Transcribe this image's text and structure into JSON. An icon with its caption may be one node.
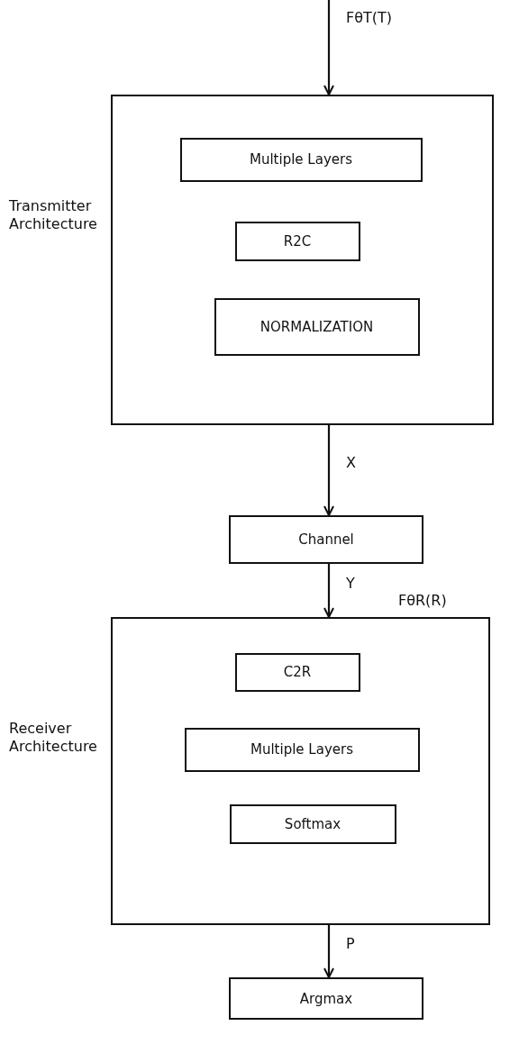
{
  "diagram": {
    "nodes": [
      {
        "text": [
          "Transmitter Architecture"
        ]
      },
      {
        "text": [
          "Multiple Layers"
        ],
        "in": 0
      },
      {
        "text": [
          "R2C"
        ],
        "in": 0
      },
      {
        "text": [
          "NORMALIZATION"
        ],
        "in": 0
      },
      {
        "text": [
          "Channel"
        ]
      },
      {
        "text": [
          "Receiver Architecture"
        ],
        "beside": [
          "FθR(R)"
        ]
      },
      {
        "text": [
          "C2R"
        ],
        "in": 5
      },
      {
        "text": [
          "Multiple Layers"
        ],
        "in": 5
      },
      {
        "text": [
          "Softmax"
        ],
        "in": 5
      },
      {
        "text": [
          "Argmax"
        ]
      }
    ],
    "edges": [
      {
        "from": null,
        "to": 0,
        "arrow": "to",
        "label": "FθT(T)"
      },
      {
        "from": 0,
        "to": 4,
        "arrow": "to",
        "label": "X"
      },
      {
        "from": 4,
        "to": 5,
        "arrow": "to",
        "label": "Y"
      },
      {
        "from": 5,
        "to": 9,
        "arrow": "to",
        "label": "P"
      }
    ]
  }
}
